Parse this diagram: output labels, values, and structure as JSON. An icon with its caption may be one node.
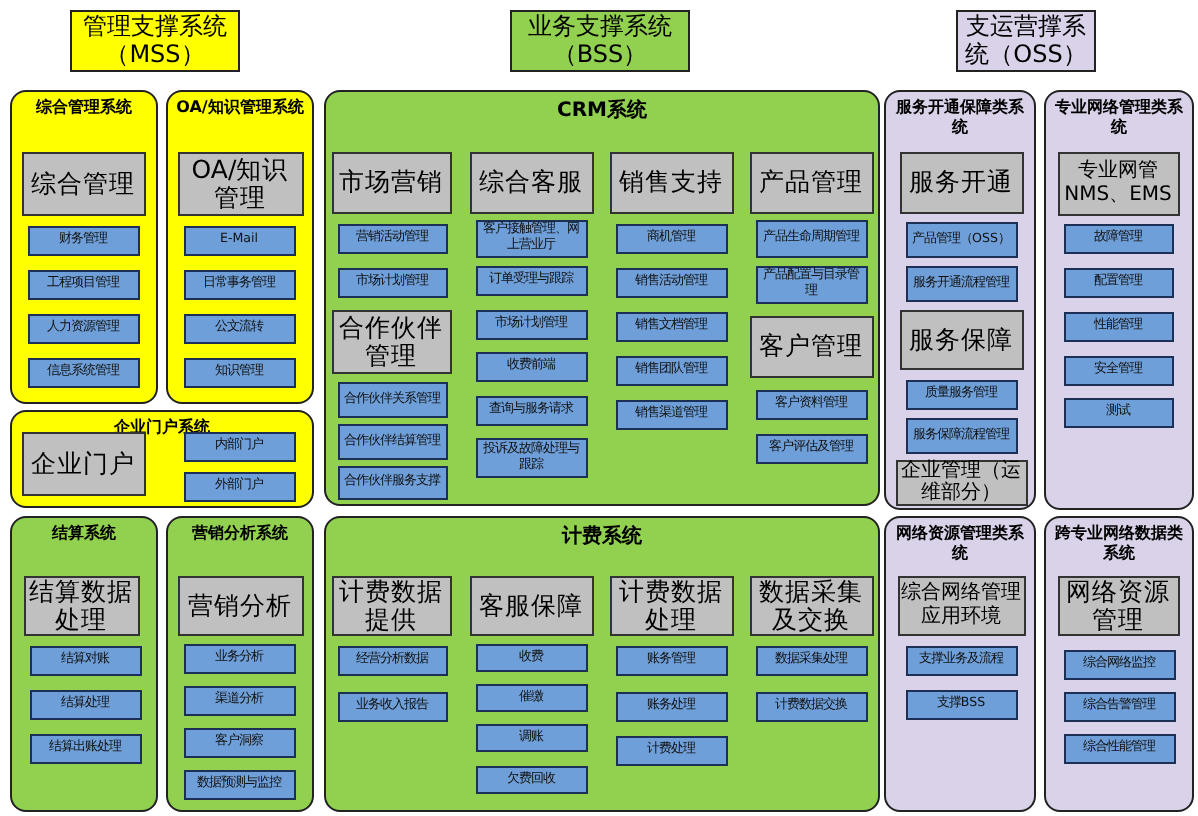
{
  "diagram": {
    "nodes": [
      {
        "text": [
          "管理支撑系统（MSS）"
        ]
      },
      {
        "text": [
          "业务支撑系统（BSS）"
        ]
      },
      {
        "text": [
          "支运营撑系统（OSS）"
        ]
      },
      {
        "text": [
          "综合管理系统"
        ]
      },
      {
        "text": [
          "综合管理"
        ],
        "in": 3
      },
      {
        "text": [
          "财务管理"
        ],
        "in": 3
      },
      {
        "text": [
          "工程项目管理"
        ],
        "in": 3
      },
      {
        "text": [
          "人力资源管理"
        ],
        "in": 3
      },
      {
        "text": [
          "信息系统管理"
        ],
        "in": 3
      },
      {
        "text": [
          "OA/知识管理系统"
        ]
      },
      {
        "text": [
          "OA/知识管理"
        ],
        "in": 9
      },
      {
        "text": [
          "E-Mail"
        ],
        "in": 9
      },
      {
        "text": [
          "日常事务管理"
        ],
        "in": 9
      },
      {
        "text": [
          "公文流转"
        ],
        "in": 9
      },
      {
        "text": [
          "知识管理"
        ],
        "in": 9
      },
      {
        "text": [
          "企业门户系统"
        ]
      },
      {
        "text": [
          "企业门户"
        ],
        "in": 15
      },
      {
        "text": [
          "内部门户"
        ],
        "in": 15
      },
      {
        "text": [
          "外部门户"
        ],
        "in": 15
      },
      {
        "text": [
          "CRM系统"
        ]
      },
      {
        "text": [
          "市场营销"
        ],
        "in": 19
      },
      {
        "text": [
          "营销活动管理"
        ],
        "in": 19
      },
      {
        "text": [
          "市场计划管理"
        ],
        "in": 19
      },
      {
        "text": [
          "合作伙伴管理"
        ],
        "in": 19
      },
      {
        "text": [
          "合作伙伴关系管理"
        ],
        "in": 19
      },
      {
        "text": [
          "合作伙伴结算管理"
        ],
        "in": 19
      },
      {
        "text": [
          "合作伙伴服务支撑"
        ],
        "in": 19
      },
      {
        "text": [
          "综合客服"
        ],
        "in": 19
      },
      {
        "text": [
          "客户接触管理、网上营业厅"
        ],
        "in": 19
      },
      {
        "text": [
          "订单受理与跟踪"
        ],
        "in": 19
      },
      {
        "text": [
          "市场计划管理"
        ],
        "in": 19
      },
      {
        "text": [
          "收费前端"
        ],
        "in": 19
      },
      {
        "text": [
          "查询与服务请求"
        ],
        "in": 19
      },
      {
        "text": [
          "投诉及故障处理与跟踪"
        ],
        "in": 19
      },
      {
        "text": [
          "销售支持"
        ],
        "in": 19
      },
      {
        "text": [
          "商机管理"
        ],
        "in": 19
      },
      {
        "text": [
          "销售活动管理"
        ],
        "in": 19
      },
      {
        "text": [
          "销售文档管理"
        ],
        "in": 19
      },
      {
        "text": [
          "销售团队管理"
        ],
        "in": 19
      },
      {
        "text": [
          "销售渠道管理"
        ],
        "in": 19
      },
      {
        "text": [
          "产品管理"
        ],
        "in": 19
      },
      {
        "text": [
          "产品生命周期管理"
        ],
        "in": 19
      },
      {
        "text": [
          "产品配置与目录管理"
        ],
        "in": 19
      },
      {
        "text": [
          "客户管理"
        ],
        "in": 19
      },
      {
        "text": [
          "客户资料管理"
        ],
        "in": 19
      },
      {
        "text": [
          "客户评估及管理"
        ],
        "in": 19
      },
      {
        "text": [
          "服务开通保障类系统"
        ]
      },
      {
        "text": [
          "服务开通"
        ],
        "in": 46
      },
      {
        "text": [
          "产品管理（OSS）"
        ],
        "in": 46
      },
      {
        "text": [
          "服务开通流程管理"
        ],
        "in": 46
      },
      {
        "text": [
          "服务保障"
        ],
        "in": 46
      },
      {
        "text": [
          "质量服务管理"
        ],
        "in": 46
      },
      {
        "text": [
          "服务保障流程管理"
        ],
        "in": 46
      },
      {
        "text": [
          "企业管理（运维部分）"
        ],
        "in": 46
      },
      {
        "text": [
          "专业网络管理类系统"
        ]
      },
      {
        "text": [
          "专业网管NMS、EMS"
        ],
        "in": 54
      },
      {
        "text": [
          "故障管理"
        ],
        "in": 54
      },
      {
        "text": [
          "配置管理"
        ],
        "in": 54
      },
      {
        "text": [
          "性能管理"
        ],
        "in": 54
      },
      {
        "text": [
          "安全管理"
        ],
        "in": 54
      },
      {
        "text": [
          "测试"
        ],
        "in": 54
      },
      {
        "text": [
          "结算系统"
        ]
      },
      {
        "text": [
          "结算数据处理"
        ],
        "in": 61
      },
      {
        "text": [
          "结算对账"
        ],
        "in": 61
      },
      {
        "text": [
          "结算处理"
        ],
        "in": 61
      },
      {
        "text": [
          "结算出账处理"
        ],
        "in": 61
      },
      {
        "text": [
          "营销分析系统"
        ]
      },
      {
        "text": [
          "营销分析"
        ],
        "in": 66
      },
      {
        "text": [
          "业务分析"
        ],
        "in": 66
      },
      {
        "text": [
          "渠道分析"
        ],
        "in": 66
      },
      {
        "text": [
          "客户洞察"
        ],
        "in": 66
      },
      {
        "text": [
          "数据预测与监控"
        ],
        "in": 66
      },
      {
        "text": [
          "计费系统"
        ]
      },
      {
        "text": [
          "计费数据提供"
        ],
        "in": 72
      },
      {
        "text": [
          "经营分析数据"
        ],
        "in": 72
      },
      {
        "text": [
          "业务收入报告"
        ],
        "in": 72
      },
      {
        "text": [
          "客服保障"
        ],
        "in": 72
      },
      {
        "text": [
          "收费"
        ],
        "in": 72
      },
      {
        "text": [
          "催缴"
        ],
        "in": 72
      },
      {
        "text": [
          "调账"
        ],
        "in": 72
      },
      {
        "text": [
          "欠费回收"
        ],
        "in": 72
      },
      {
        "text": [
          "计费数据处理"
        ],
        "in": 72
      },
      {
        "text": [
          "账务管理"
        ],
        "in": 72
      },
      {
        "text": [
          "账务处理"
        ],
        "in": 72
      },
      {
        "text": [
          "计费处理"
        ],
        "in": 72
      },
      {
        "text": [
          "数据采集及交换"
        ],
        "in": 72
      },
      {
        "text": [
          "数据采集处理"
        ],
        "in": 72
      },
      {
        "text": [
          "计费数据交换"
        ],
        "in": 72
      },
      {
        "text": [
          "网络资源管理类系统"
        ]
      },
      {
        "text": [
          "综合网络管理应用环境"
        ],
        "in": 88
      },
      {
        "text": [
          "支撑业务及流程"
        ],
        "in": 88
      },
      {
        "text": [
          "支撑BSS"
        ],
        "in": 88
      },
      {
        "text": [
          "跨专业网络数据类系统"
        ]
      },
      {
        "text": [
          "网络资源管理"
        ],
        "in": 92
      },
      {
        "text": [
          "综合网络监控"
        ],
        "in": 92
      },
      {
        "text": [
          "综合告警管理"
        ],
        "in": 92
      },
      {
        "text": [
          "综合性能管理"
        ],
        "in": 92
      }
    ]
  }
}
